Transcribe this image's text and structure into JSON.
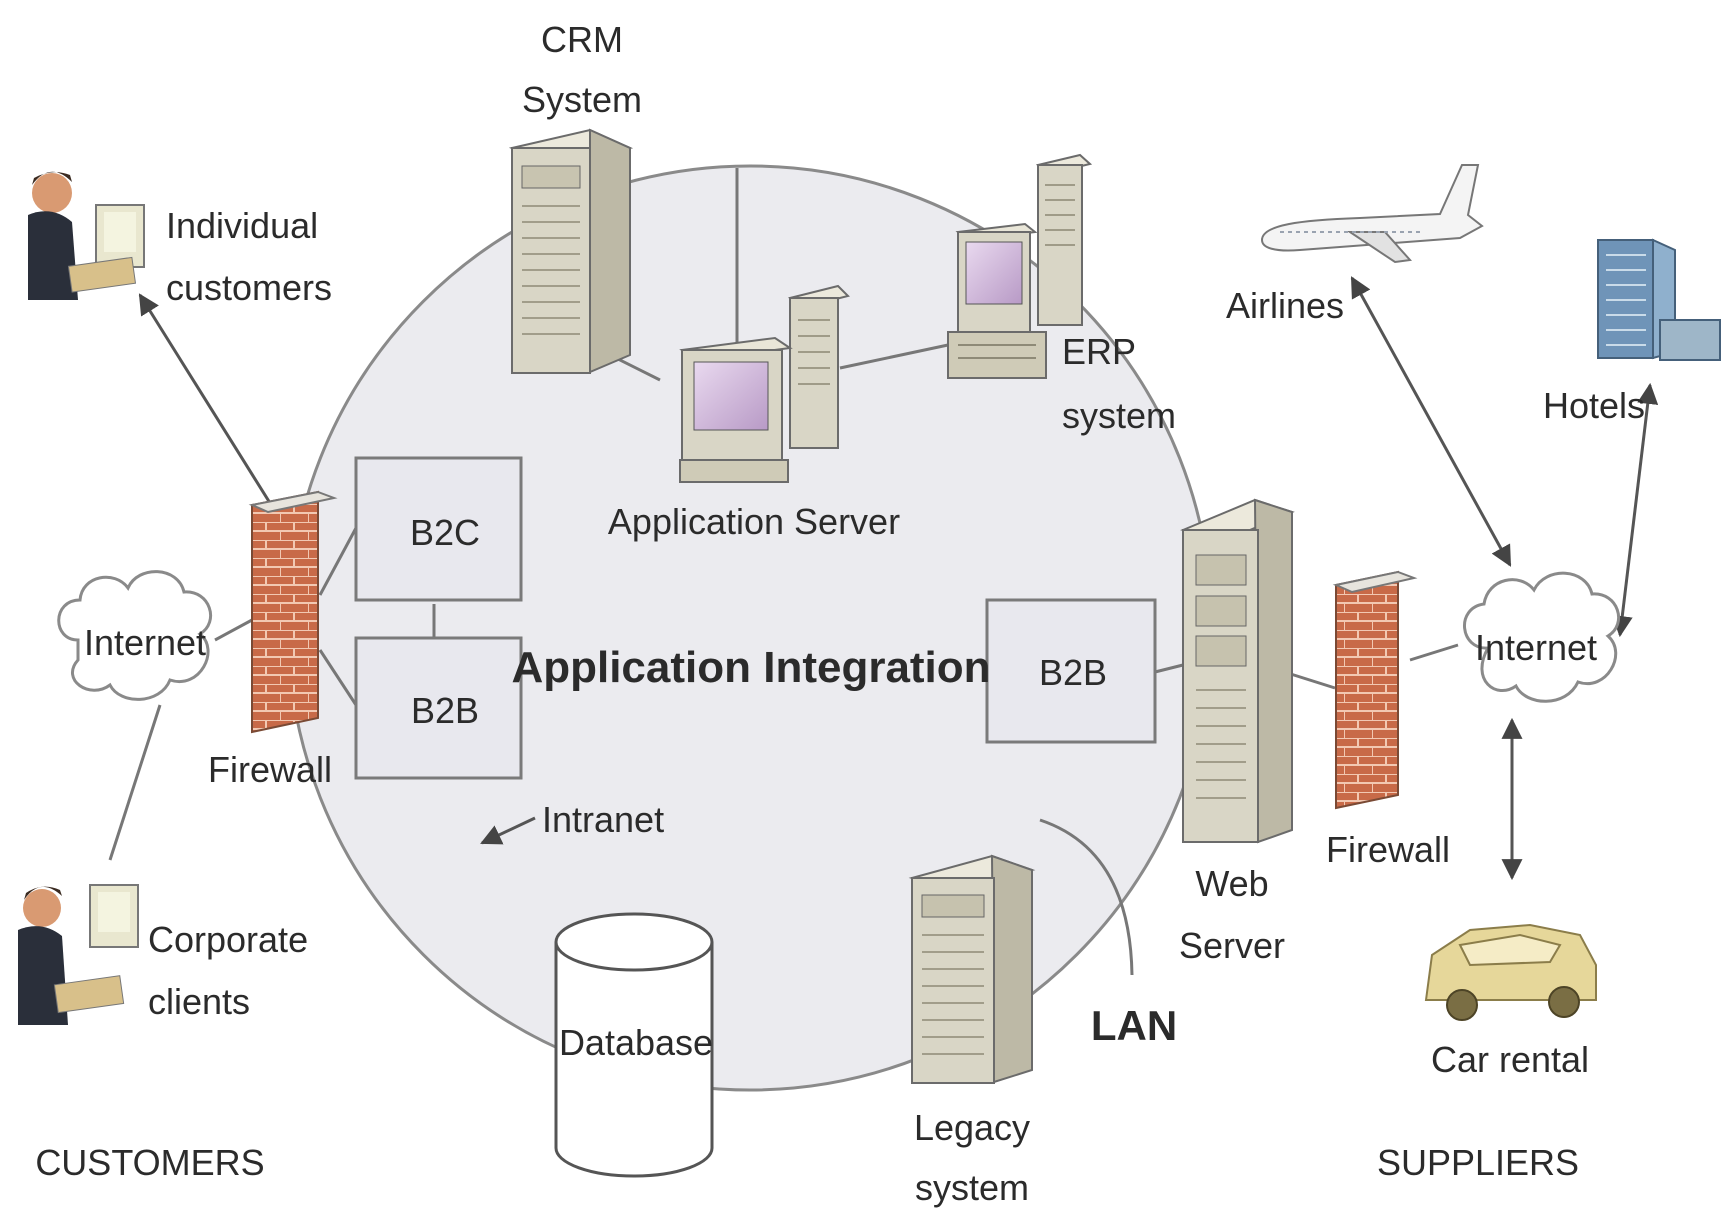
{
  "labels": {
    "crm_line1": "CRM",
    "crm_line2": "System",
    "individual_line1": "Individual",
    "individual_line2": "customers",
    "erp_line1": "ERP",
    "erp_line2": "system",
    "airlines": "Airlines",
    "hotels": "Hotels",
    "application_server": "Application Server",
    "b2c": "B2C",
    "b2b_left": "B2B",
    "b2b_right": "B2B",
    "internet_left": "Internet",
    "internet_right": "Internet",
    "application_integration": "Application Integration",
    "firewall_left": "Firewall",
    "firewall_right": "Firewall",
    "intranet": "Intranet",
    "web_line1": "Web",
    "web_line2": "Server",
    "corporate_line1": "Corporate",
    "corporate_line2": "clients",
    "database": "Database",
    "lan": "LAN",
    "car_rental": "Car rental",
    "legacy_line1": "Legacy",
    "legacy_line2": "system",
    "customers": "CUSTOMERS",
    "suppliers": "SUPPLIERS"
  },
  "colors": {
    "intranet_fill": "#ebebef",
    "box_fill": "#e8e8ee",
    "server_fill": "#d9d6c6",
    "firewall_brick": "#c86a48",
    "cloud_fill": "#ffffff",
    "car_fill": "#e6d79a",
    "building_fill": "#6f94b8"
  }
}
